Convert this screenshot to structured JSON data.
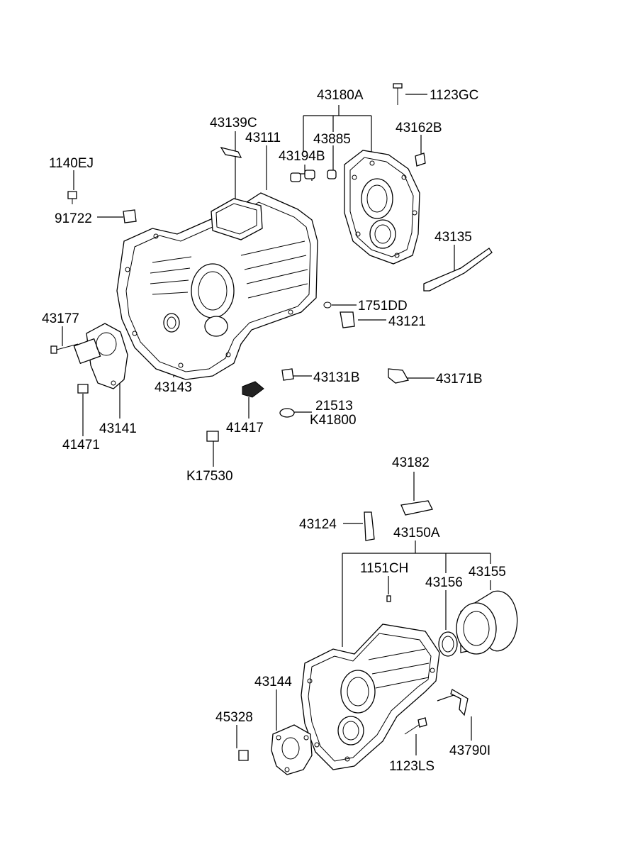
{
  "diagram": {
    "labels": {
      "l_1123GC": "1123GC",
      "l_43180A": "43180A",
      "l_43162B": "43162B",
      "l_43139C": "43139C",
      "l_43111": "43111",
      "l_43885": "43885",
      "l_43194B": "43194B",
      "l_1140EJ": "1140EJ",
      "l_91722": "91722",
      "l_43135": "43135",
      "l_1751DD": "1751DD",
      "l_43121": "43121",
      "l_43177": "43177",
      "l_43143": "43143",
      "l_43131B": "43131B",
      "l_43171B": "43171B",
      "l_21513": "21513",
      "l_K41800": "K41800",
      "l_41417": "41417",
      "l_43141": "43141",
      "l_41471": "41471",
      "l_K17530": "K17530",
      "l_43182": "43182",
      "l_43124": "43124",
      "l_43150A": "43150A",
      "l_1151CH": "1151CH",
      "l_43155": "43155",
      "l_43156": "43156",
      "l_43144": "43144",
      "l_45328": "45328",
      "l_1123LS": "1123LS",
      "l_43790I": "43790I"
    }
  }
}
